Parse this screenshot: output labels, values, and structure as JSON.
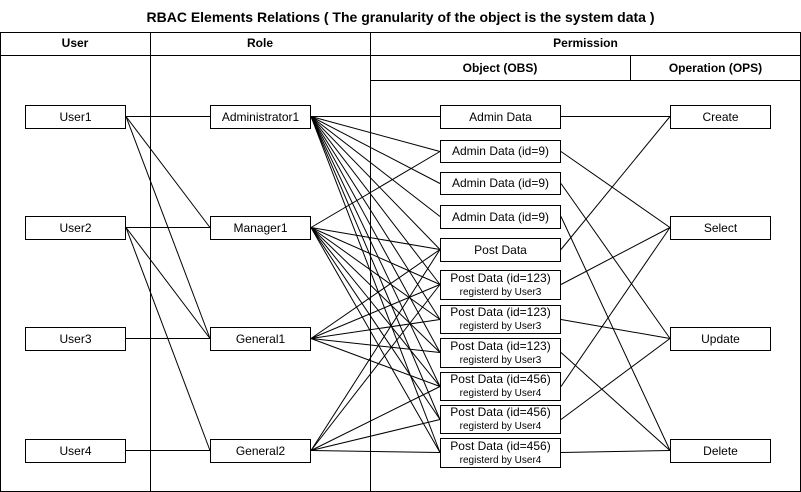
{
  "title": "RBAC Elements Relations ( The granularity of the object is the system data )",
  "headers": {
    "user": "User",
    "role": "Role",
    "permission": "Permission",
    "object": "Object (OBS)",
    "operation": "Operation (OPS)"
  },
  "users": [
    "User1",
    "User2",
    "User3",
    "User4"
  ],
  "roles": [
    "Administrator1",
    "Manager1",
    "General1",
    "General2"
  ],
  "objects": [
    {
      "label": "Admin Data"
    },
    {
      "label": "Admin Data (id=9)"
    },
    {
      "label": "Admin Data (id=9)"
    },
    {
      "label": "Admin Data (id=9)"
    },
    {
      "label": "Post Data"
    },
    {
      "label": "Post Data (id=123)",
      "note": "registerd by User3"
    },
    {
      "label": "Post Data (id=123)",
      "note": "registerd by User3"
    },
    {
      "label": "Post Data (id=123)",
      "note": "registerd by User3"
    },
    {
      "label": "Post Data (id=456)",
      "note": "registerd by User4"
    },
    {
      "label": "Post Data (id=456)",
      "note": "registerd by User4"
    },
    {
      "label": "Post Data (id=456)",
      "note": "registerd by User4"
    }
  ],
  "operations": [
    "Create",
    "Select",
    "Update",
    "Delete"
  ],
  "links": {
    "user_role": [
      [
        0,
        0
      ],
      [
        0,
        1
      ],
      [
        0,
        2
      ],
      [
        1,
        1
      ],
      [
        1,
        2
      ],
      [
        1,
        3
      ],
      [
        2,
        2
      ],
      [
        3,
        3
      ]
    ],
    "role_object": [
      [
        0,
        0
      ],
      [
        0,
        1
      ],
      [
        0,
        2
      ],
      [
        0,
        3
      ],
      [
        0,
        4
      ],
      [
        0,
        5
      ],
      [
        0,
        6
      ],
      [
        0,
        7
      ],
      [
        0,
        8
      ],
      [
        0,
        9
      ],
      [
        0,
        10
      ],
      [
        1,
        1
      ],
      [
        1,
        4
      ],
      [
        1,
        5
      ],
      [
        1,
        6
      ],
      [
        1,
        7
      ],
      [
        1,
        8
      ],
      [
        1,
        9
      ],
      [
        1,
        10
      ],
      [
        2,
        4
      ],
      [
        2,
        5
      ],
      [
        2,
        6
      ],
      [
        2,
        7
      ],
      [
        2,
        8
      ],
      [
        3,
        4
      ],
      [
        3,
        5
      ],
      [
        3,
        8
      ],
      [
        3,
        9
      ],
      [
        3,
        10
      ]
    ],
    "object_operation": [
      [
        0,
        0
      ],
      [
        1,
        1
      ],
      [
        2,
        2
      ],
      [
        3,
        3
      ],
      [
        4,
        0
      ],
      [
        5,
        1
      ],
      [
        6,
        2
      ],
      [
        7,
        3
      ],
      [
        8,
        1
      ],
      [
        9,
        2
      ],
      [
        10,
        3
      ]
    ]
  },
  "colors": {
    "line": "#000000"
  }
}
